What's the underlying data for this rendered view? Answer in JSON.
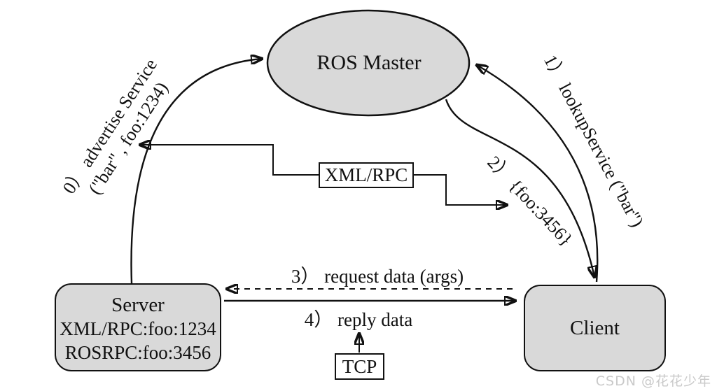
{
  "diagram": {
    "nodes": {
      "master": {
        "label": "ROS Master"
      },
      "server": {
        "title": "Server",
        "lines": [
          "XML/RPC:foo:1234",
          "ROSRPC:foo:3456"
        ]
      },
      "client": {
        "title": "Client"
      },
      "xmlrpc": {
        "label": "XML/RPC"
      },
      "tcp": {
        "label": "TCP"
      }
    },
    "edges": {
      "advertise_line1": "0） advertise Service",
      "advertise_line2": "(\"bar\" , foo:1234)",
      "lookup": "1） lookupService (\"bar\")",
      "response": "2） {foo:3456}",
      "request": "3） request data (args)",
      "reply": "4） reply data"
    },
    "watermark": "CSDN @花花少年",
    "colors": {
      "node_fill": "#d9d9d9",
      "stroke": "#111111",
      "background": "#ffffff",
      "watermark": "#c9c9c9"
    }
  }
}
